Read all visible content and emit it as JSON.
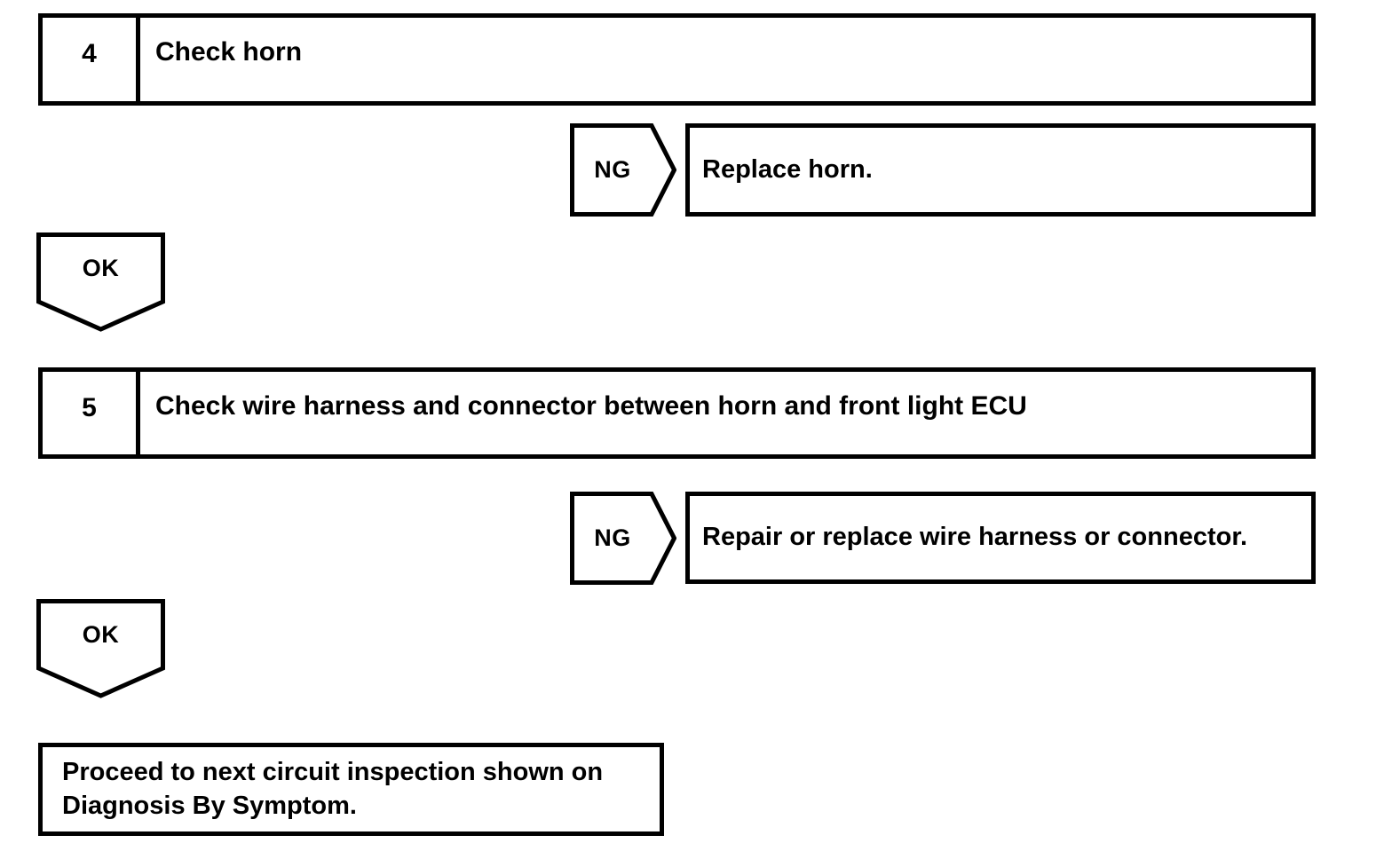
{
  "document": {
    "type": "diagnostic-flowchart",
    "colors": {
      "ink": "#000000",
      "paper": "#ffffff"
    }
  },
  "steps": [
    {
      "number": "4",
      "title": "Check horn",
      "ng": {
        "label": "NG",
        "action": "Replace horn."
      },
      "ok": {
        "label": "OK"
      }
    },
    {
      "number": "5",
      "title": "Check wire harness and connector between horn and front light ECU",
      "ng": {
        "label": "NG",
        "action": "Repair or replace wire harness or connector."
      },
      "ok": {
        "label": "OK"
      }
    }
  ],
  "terminal": {
    "line1": "Proceed to next circuit inspection shown on",
    "line2": "Diagnosis By Symptom."
  }
}
